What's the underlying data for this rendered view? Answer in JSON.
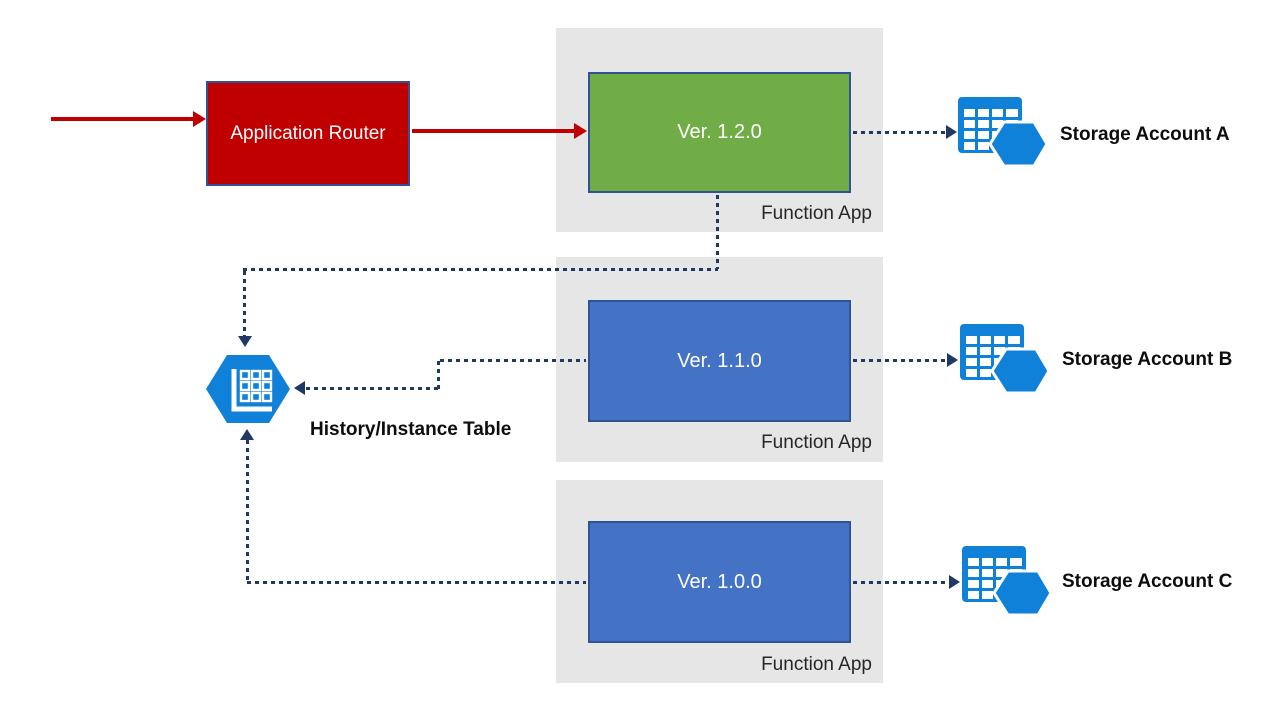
{
  "router": {
    "label": "Application Router"
  },
  "function_apps": [
    {
      "version": "Ver. 1.2.0",
      "label": "Function App"
    },
    {
      "version": "Ver. 1.1.0",
      "label": "Function App"
    },
    {
      "version": "Ver. 1.0.0",
      "label": "Function App"
    }
  ],
  "history_table": {
    "label": "History/Instance Table"
  },
  "storage_accounts": [
    {
      "label": "Storage Account A"
    },
    {
      "label": "Storage Account B"
    },
    {
      "label": "Storage Account C"
    }
  ],
  "icons": {
    "history": "table-hexagon-icon",
    "storage": "storage-table-icon"
  },
  "colors": {
    "router_red": "#C00000",
    "arrow_red": "#C00000",
    "connector_navy": "#1F3864",
    "green_version_box": "#70AD47",
    "blue_version_box": "#4472C4",
    "box_border_blue": "#2F5496",
    "container_gray": "#E7E6E6",
    "azure_icon_blue": "#1081D9"
  }
}
